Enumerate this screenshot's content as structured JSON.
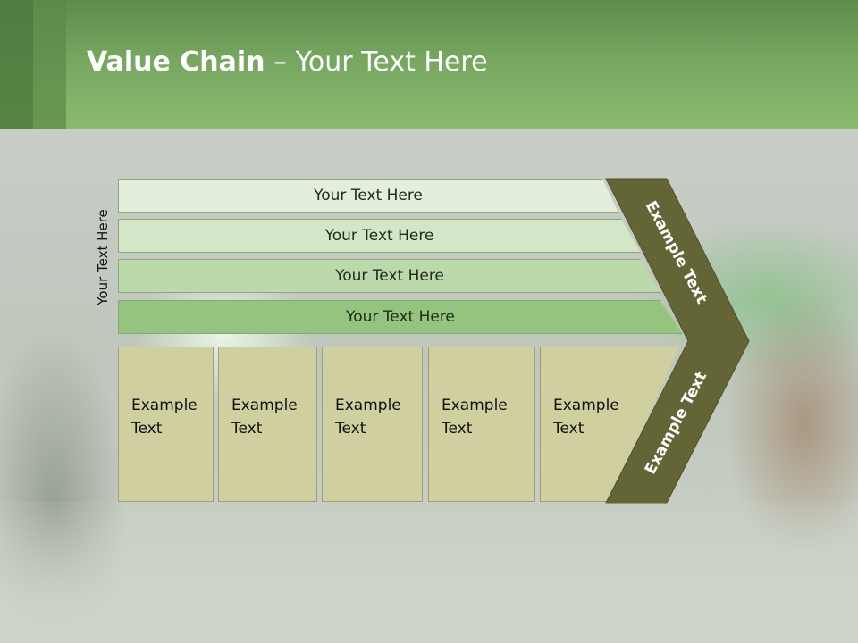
{
  "title": {
    "bold": "Value Chain",
    "rest": " – Your Text Here"
  },
  "side_label": "Your Text Here",
  "rows": [
    {
      "label": "Your Text Here",
      "color": "#e4eedc"
    },
    {
      "label": "Your Text Here",
      "color": "#d3e6c8"
    },
    {
      "label": "Your Text Here",
      "color": "#bcd9ab"
    },
    {
      "label": "Your Text Here",
      "color": "#94c47e"
    }
  ],
  "boxes": [
    {
      "line1": "Example",
      "line2": "Text"
    },
    {
      "line1": "Example",
      "line2": "Text"
    },
    {
      "line1": "Example",
      "line2": "Text"
    },
    {
      "line1": "Example",
      "line2": "Text"
    },
    {
      "line1": "Example",
      "line2": "Text"
    }
  ],
  "chevron": {
    "upper_label": "Example Text",
    "lower_label": "Example Text",
    "color": "#646536"
  }
}
